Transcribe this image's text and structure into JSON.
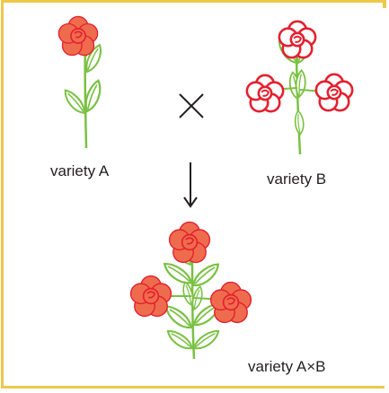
{
  "labels": {
    "variety_a": "variety A",
    "variety_b": "variety B",
    "variety_ab": "variety A×B"
  },
  "symbols": {
    "cross": "×",
    "arrow": "↓"
  },
  "colors": {
    "frame": "#ecc94b",
    "stem": "#7ac143",
    "petal_fill": "#ee6c4d",
    "petal_outline": "#e4202f",
    "text": "#231f20"
  }
}
